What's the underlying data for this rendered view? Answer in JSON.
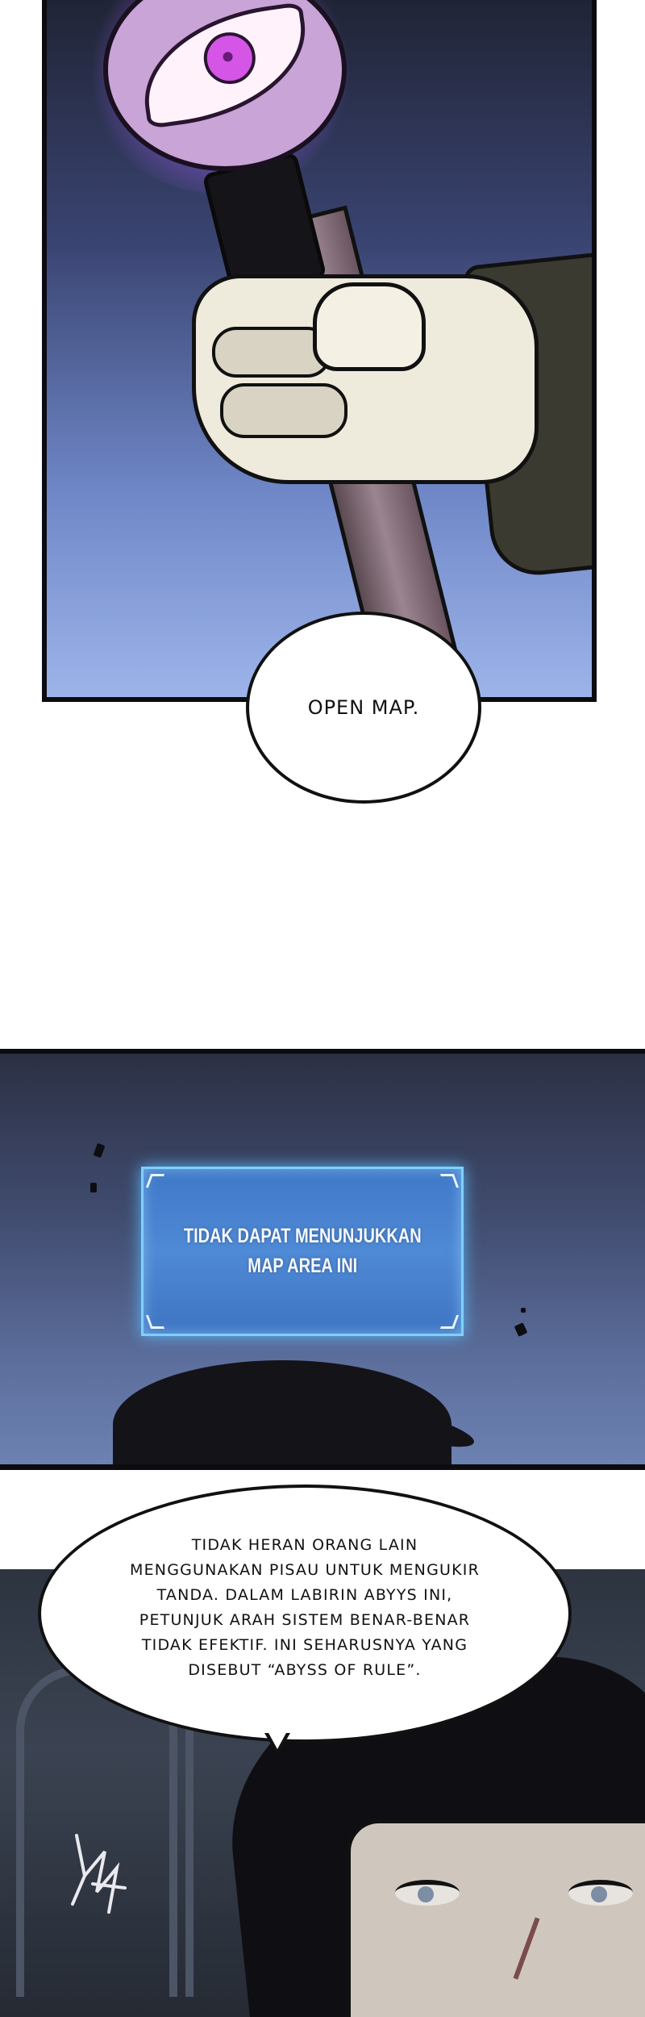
{
  "panel1": {
    "speech": "OPEN MAP."
  },
  "panel2": {
    "system_window": {
      "line1": "TIDAK DAPAT MENUNJUKKAN",
      "line2": "MAP AREA INI"
    }
  },
  "panel3": {
    "speech_lines": [
      "TIDAK HERAN ORANG LAIN",
      "MENGGUNAKAN PISAU UNTUK MENGUKIR",
      "TANDA. DALAM LABIRIN ABYYS INI,",
      "PETUNJUK ARAH SISTEM BENAR-BENAR",
      "TIDAK EFEKTIF. INI SEHARUSNYA YANG",
      "DISEBUT “ABYSS OF RULE”."
    ]
  },
  "colors": {
    "panel_border": "#0b0b10",
    "orb_glow": "#be78ff",
    "system_window_fill": "#4f8ad6",
    "system_window_border": "#7fd0ff"
  }
}
